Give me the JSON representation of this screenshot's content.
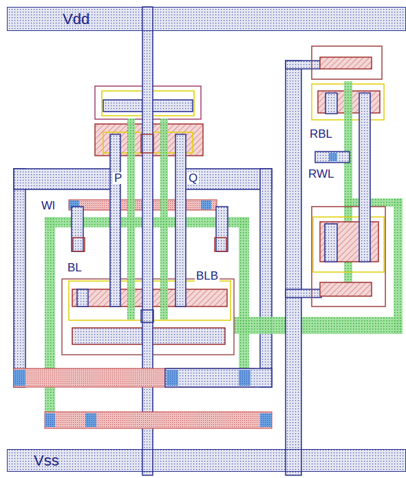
{
  "diagram": {
    "nodes": [
      {
        "text": [
          "Vdd"
        ]
      },
      {
        "text": [
          "Vss"
        ]
      }
    ],
    "labels": [
      "P",
      "Q",
      "Wl",
      "BL",
      "BLB",
      "RBL",
      "RWL"
    ]
  }
}
